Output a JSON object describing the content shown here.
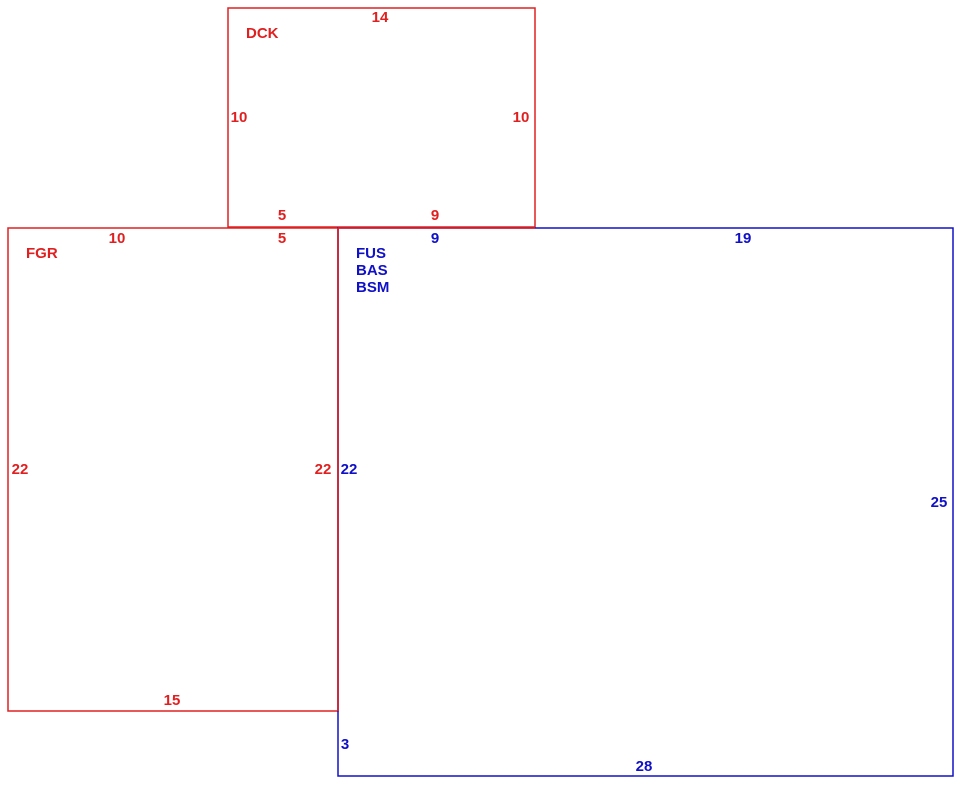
{
  "colors": {
    "red": "#e02020",
    "blue": "#1010c8",
    "background": "#ffffff"
  },
  "areas": {
    "dck": {
      "code": "DCK",
      "color": "red",
      "dims": {
        "top": "14",
        "left": "10",
        "right": "10",
        "bottom_left": "5",
        "bottom_right": "9"
      }
    },
    "fgr": {
      "code": "FGR",
      "color": "red",
      "dims": {
        "top_left": "10",
        "top_right": "5",
        "left": "22",
        "right": "22",
        "bottom": "15"
      }
    },
    "main": {
      "codes": [
        "FUS",
        "BAS",
        "BSM"
      ],
      "color": "blue",
      "dims": {
        "top_left": "9",
        "top_right": "19",
        "left": "22",
        "left_lower": "3",
        "right": "25",
        "bottom": "28"
      }
    }
  }
}
